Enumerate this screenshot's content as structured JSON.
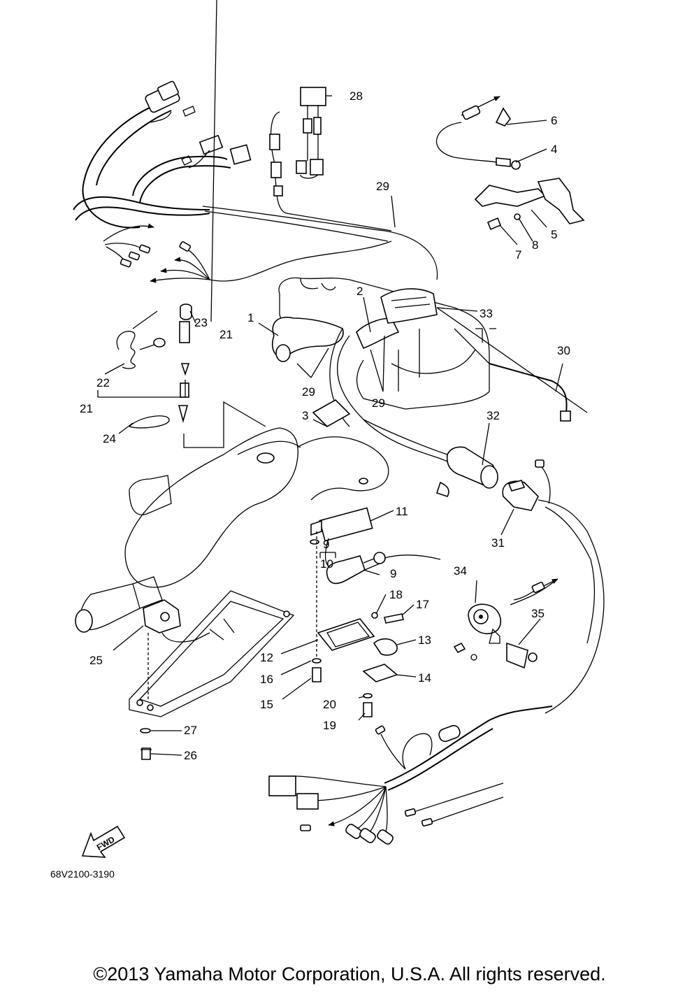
{
  "diagram": {
    "drawing_code": "68V2100-3190",
    "fwd_label": "FWD",
    "callouts": [
      {
        "id": "c1",
        "text": "1"
      },
      {
        "id": "c2",
        "text": "2"
      },
      {
        "id": "c3",
        "text": "3"
      },
      {
        "id": "c4",
        "text": "4"
      },
      {
        "id": "c5",
        "text": "5"
      },
      {
        "id": "c6",
        "text": "6"
      },
      {
        "id": "c7",
        "text": "7"
      },
      {
        "id": "c8",
        "text": "8"
      },
      {
        "id": "c9a",
        "text": "9"
      },
      {
        "id": "c9b",
        "text": "9"
      },
      {
        "id": "c10",
        "text": "10"
      },
      {
        "id": "c11",
        "text": "11"
      },
      {
        "id": "c12",
        "text": "12"
      },
      {
        "id": "c13",
        "text": "13"
      },
      {
        "id": "c14",
        "text": "14"
      },
      {
        "id": "c15",
        "text": "15"
      },
      {
        "id": "c16",
        "text": "16"
      },
      {
        "id": "c17",
        "text": "17"
      },
      {
        "id": "c18",
        "text": "18"
      },
      {
        "id": "c19",
        "text": "19"
      },
      {
        "id": "c20",
        "text": "20"
      },
      {
        "id": "c21a",
        "text": "21"
      },
      {
        "id": "c21b",
        "text": "21"
      },
      {
        "id": "c22",
        "text": "22"
      },
      {
        "id": "c23",
        "text": "23"
      },
      {
        "id": "c24",
        "text": "24"
      },
      {
        "id": "c25",
        "text": "25"
      },
      {
        "id": "c26",
        "text": "26"
      },
      {
        "id": "c27",
        "text": "27"
      },
      {
        "id": "c28",
        "text": "28"
      },
      {
        "id": "c29a",
        "text": "29"
      },
      {
        "id": "c29b",
        "text": "29"
      },
      {
        "id": "c29c",
        "text": "29"
      },
      {
        "id": "c30",
        "text": "30"
      },
      {
        "id": "c31",
        "text": "31"
      },
      {
        "id": "c32",
        "text": "32"
      },
      {
        "id": "c33",
        "text": "33"
      },
      {
        "id": "c34",
        "text": "34"
      },
      {
        "id": "c35",
        "text": "35"
      }
    ]
  },
  "footer": {
    "copyright": "©2013 Yamaha Motor Corporation, U.S.A. All rights reserved."
  }
}
